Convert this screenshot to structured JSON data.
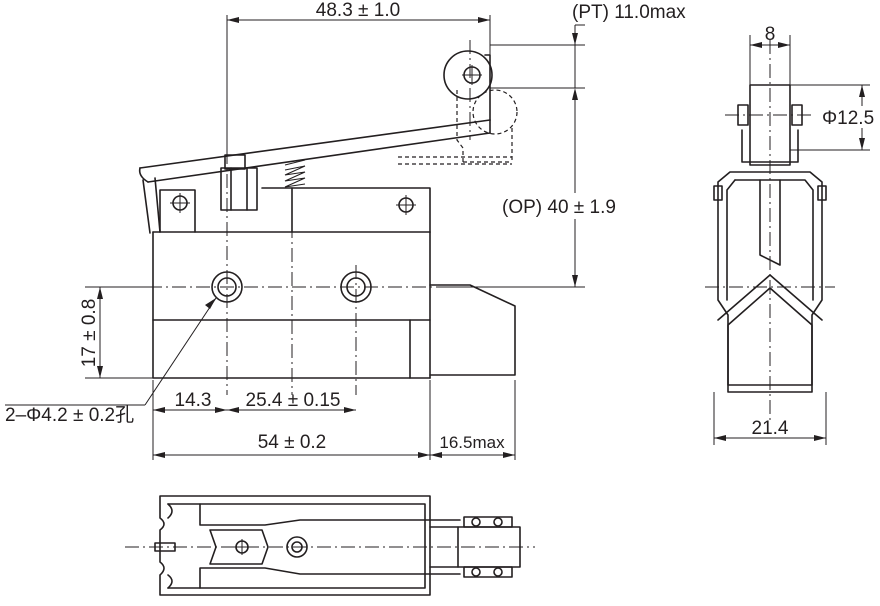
{
  "dimensions": {
    "lever_length": "48.3 ± 1.0",
    "pretravel": "(PT) 11.0max",
    "roller_width": "8",
    "roller_diameter": "Φ12.5",
    "operating_position": "(OP) 40 ± 1.9",
    "mount_height": "17 ± 0.8",
    "hole_spec": "2–Φ4.2 ± 0.2孔",
    "hole_offset": "14.3",
    "hole_pitch": "25.4 ± 0.15",
    "body_length": "54 ± 0.2",
    "plunger_protrusion": "16.5max",
    "body_width": "21.4"
  }
}
